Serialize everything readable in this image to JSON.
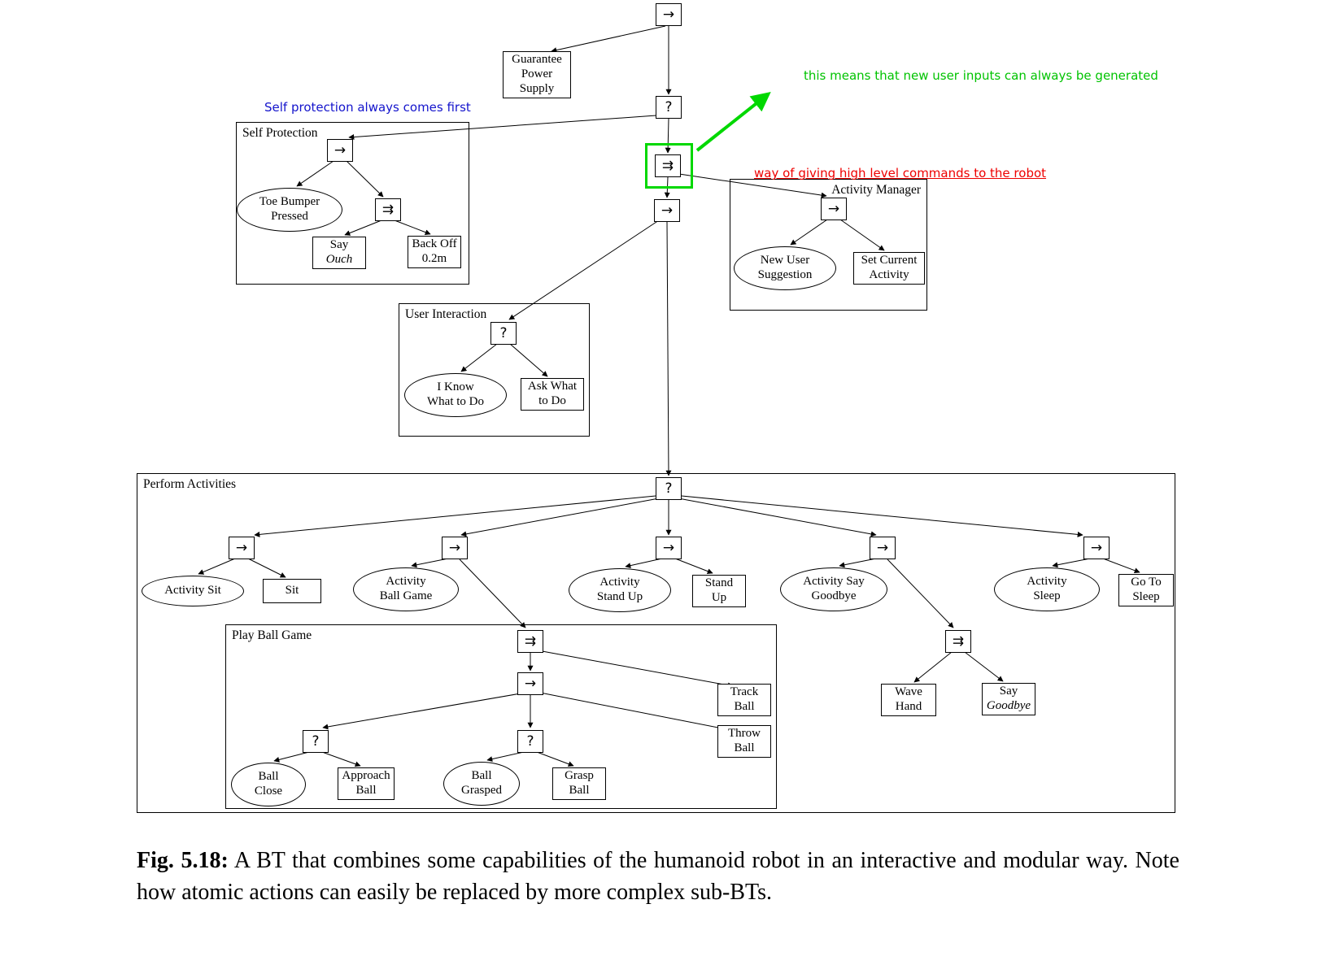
{
  "figure": {
    "caption_label": "Fig. 5.18:",
    "caption_text": "A BT that combines some capabilities of the humanoid robot in an interactive and modular way. Note how atomic actions can easily be replaced by more complex sub-BTs."
  },
  "annotations": {
    "blue_note": "Self protection always comes first",
    "green_note": "this means that new user inputs can always be generated",
    "red_note": "way of giving high level commands to the robot",
    "colors": {
      "blue": "#1414cc",
      "green": "#00c300",
      "red": "#ee0000",
      "highlight_green": "#00d800"
    }
  },
  "groups": {
    "self_protection": "Self Protection",
    "activity_manager": "Activity Manager",
    "user_interaction": "User Interaction",
    "perform_activities": "Perform Activities",
    "play_ball_game": "Play Ball Game"
  },
  "symbols": {
    "sequence": "→",
    "fallback": "?",
    "parallel": "⇉"
  },
  "nodes": {
    "guarantee_power_supply": "Guarantee\nPower\nSupply",
    "toe_bumper_pressed": "Toe Bumper\nPressed",
    "say_ouch": {
      "line1": "Say",
      "line2": "Ouch"
    },
    "back_off": {
      "line1": "Back Off",
      "line2": "0.2m"
    },
    "new_user_suggestion": "New User\nSuggestion",
    "set_current_activity": "Set Current\nActivity",
    "i_know_what_to_do": "I Know\nWhat to Do",
    "ask_what_to_do": "Ask What\nto Do",
    "activity_sit": "Activity Sit",
    "sit": "Sit",
    "activity_ball_game": "Activity\nBall Game",
    "activity_stand_up": "Activity\nStand Up",
    "stand_up": "Stand\nUp",
    "activity_say_goodbye": "Activity Say\nGoodbye",
    "wave_hand": "Wave\nHand",
    "say_goodbye": {
      "line1": "Say",
      "line2": "Goodbye"
    },
    "activity_sleep": "Activity\nSleep",
    "go_to_sleep": "Go To\nSleep",
    "track_ball": "Track\nBall",
    "throw_ball": "Throw\nBall",
    "ball_close": "Ball\nClose",
    "approach_ball": "Approach\nBall",
    "ball_grasped": "Ball\nGrasped",
    "grasp_ball": "Grasp\nBall"
  }
}
